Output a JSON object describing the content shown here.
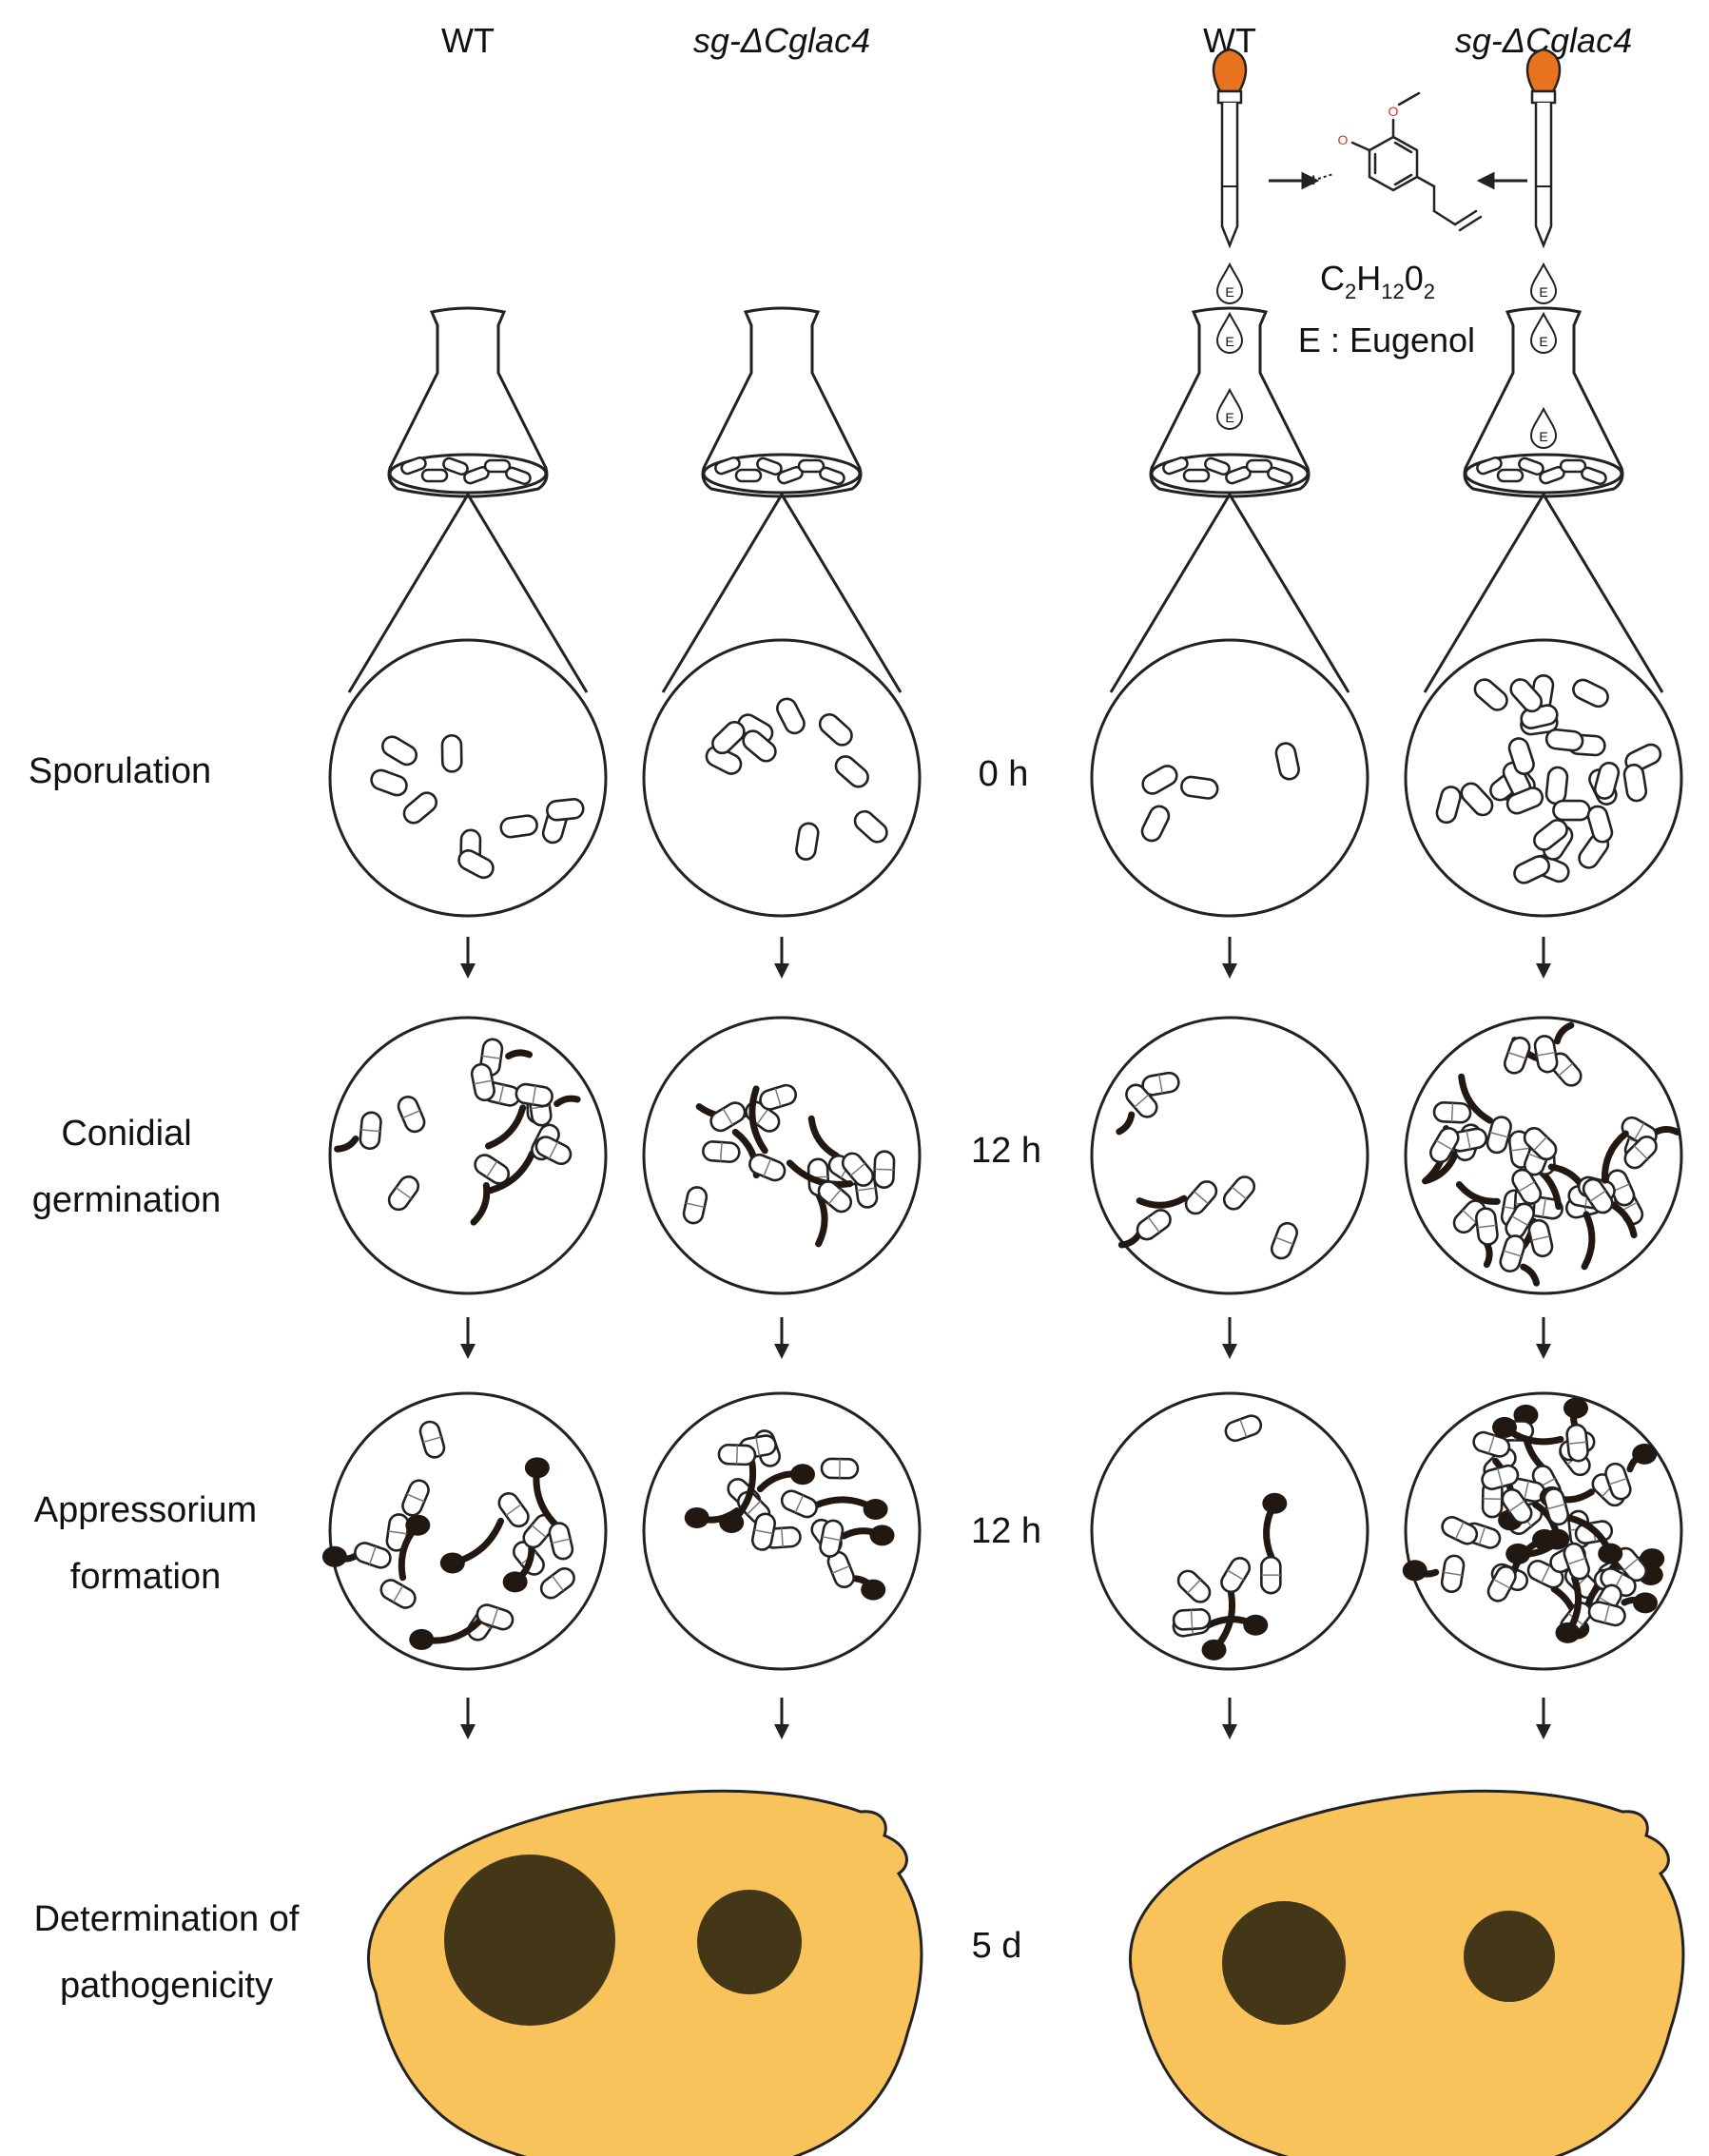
{
  "columns": [
    {
      "label": "WT",
      "italic": false
    },
    {
      "label": "sg-ΔCglac4",
      "italic": true
    },
    {
      "label": "WT",
      "italic": false
    },
    {
      "label": "sg-ΔCglac4",
      "italic": true
    }
  ],
  "rows": [
    {
      "line1": "Sporulation",
      "line2": "",
      "time": "0 h"
    },
    {
      "line1": "Conidial",
      "line2": "germination",
      "time": "12 h"
    },
    {
      "line1": "Appressorium",
      "line2": "formation",
      "time": "12 h"
    },
    {
      "line1": "Determination of",
      "line2": "pathogenicity",
      "time": "5 d"
    }
  ],
  "chemical": {
    "formula_parts": [
      "C",
      "2",
      "H",
      "12",
      "0",
      "2"
    ],
    "legend": "E : Eugenol",
    "drop_letter": "E",
    "atom_h": "H",
    "atom_o": "O"
  },
  "colors": {
    "tuber": "#F8C35A",
    "lesion": "#443717",
    "bulb": "#E8731E",
    "oxygen": "#D9302B",
    "hyphae": "#221812"
  }
}
